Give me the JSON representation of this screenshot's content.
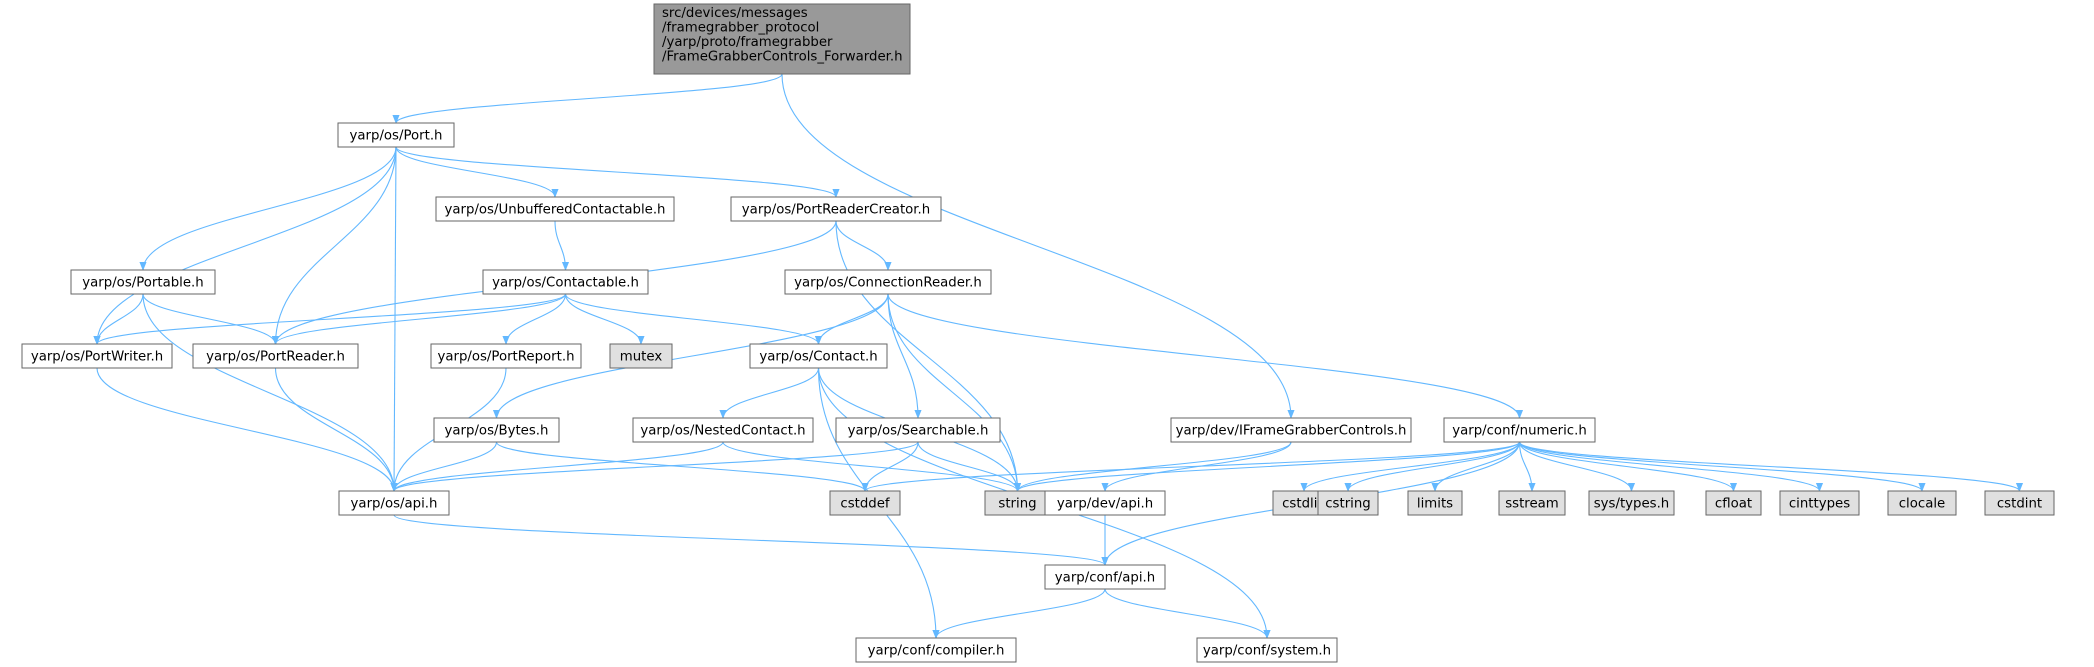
{
  "colors": {
    "root_fill": "#999999",
    "node_fill": "#ffffff",
    "system_fill": "#e0e0e0",
    "border": "#666666",
    "edge": "#63b8ff"
  },
  "nodes": {
    "root": {
      "lines": [
        "src/devices/messages",
        "/framegrabber_protocol",
        "/yarp/proto/framegrabber",
        "/FrameGrabberControls_Forwarder.h"
      ],
      "kind": "root"
    },
    "port": {
      "lines": [
        "yarp/os/Port.h"
      ],
      "kind": "file"
    },
    "unbuffered": {
      "lines": [
        "yarp/os/UnbufferedContactable.h"
      ],
      "kind": "file"
    },
    "portreadercreator": {
      "lines": [
        "yarp/os/PortReaderCreator.h"
      ],
      "kind": "file"
    },
    "portable": {
      "lines": [
        "yarp/os/Portable.h"
      ],
      "kind": "file"
    },
    "contactable": {
      "lines": [
        "yarp/os/Contactable.h"
      ],
      "kind": "file"
    },
    "connectionreader": {
      "lines": [
        "yarp/os/ConnectionReader.h"
      ],
      "kind": "file"
    },
    "portwriter": {
      "lines": [
        "yarp/os/PortWriter.h"
      ],
      "kind": "file"
    },
    "portreader": {
      "lines": [
        "yarp/os/PortReader.h"
      ],
      "kind": "file"
    },
    "portreport": {
      "lines": [
        "yarp/os/PortReport.h"
      ],
      "kind": "file"
    },
    "mutex": {
      "lines": [
        "mutex"
      ],
      "kind": "system"
    },
    "contact": {
      "lines": [
        "yarp/os/Contact.h"
      ],
      "kind": "file"
    },
    "bytes": {
      "lines": [
        "yarp/os/Bytes.h"
      ],
      "kind": "file"
    },
    "nestedcontact": {
      "lines": [
        "yarp/os/NestedContact.h"
      ],
      "kind": "file"
    },
    "searchable": {
      "lines": [
        "yarp/os/Searchable.h"
      ],
      "kind": "file"
    },
    "iframegrabber": {
      "lines": [
        "yarp/dev/IFrameGrabberControls.h"
      ],
      "kind": "file"
    },
    "numeric": {
      "lines": [
        "yarp/conf/numeric.h"
      ],
      "kind": "file"
    },
    "osapi": {
      "lines": [
        "yarp/os/api.h"
      ],
      "kind": "file"
    },
    "cstddef": {
      "lines": [
        "cstddef"
      ],
      "kind": "system"
    },
    "string": {
      "lines": [
        "string"
      ],
      "kind": "system"
    },
    "devapi": {
      "lines": [
        "yarp/dev/api.h"
      ],
      "kind": "file"
    },
    "cstdlib": {
      "lines": [
        "cstdlib"
      ],
      "kind": "system"
    },
    "cstring": {
      "lines": [
        "cstring"
      ],
      "kind": "system"
    },
    "limits": {
      "lines": [
        "limits"
      ],
      "kind": "system"
    },
    "sstream": {
      "lines": [
        "sstream"
      ],
      "kind": "system"
    },
    "systypes": {
      "lines": [
        "sys/types.h"
      ],
      "kind": "system"
    },
    "cfloat": {
      "lines": [
        "cfloat"
      ],
      "kind": "system"
    },
    "cinttypes": {
      "lines": [
        "cinttypes"
      ],
      "kind": "system"
    },
    "clocale": {
      "lines": [
        "clocale"
      ],
      "kind": "system"
    },
    "cstdint": {
      "lines": [
        "cstdint"
      ],
      "kind": "system"
    },
    "confapi": {
      "lines": [
        "yarp/conf/api.h"
      ],
      "kind": "file"
    },
    "compiler": {
      "lines": [
        "yarp/conf/compiler.h"
      ],
      "kind": "file"
    },
    "system": {
      "lines": [
        "yarp/conf/system.h"
      ],
      "kind": "file"
    }
  },
  "edges": [
    [
      "root",
      "port"
    ],
    [
      "root",
      "iframegrabber"
    ],
    [
      "port",
      "unbuffered"
    ],
    [
      "port",
      "portreadercreator"
    ],
    [
      "port",
      "portable"
    ],
    [
      "port",
      "portwriter"
    ],
    [
      "port",
      "portreader"
    ],
    [
      "port",
      "osapi"
    ],
    [
      "unbuffered",
      "contactable"
    ],
    [
      "portreadercreator",
      "portreader"
    ],
    [
      "portreadercreator",
      "connectionreader"
    ],
    [
      "portreadercreator",
      "string"
    ],
    [
      "portable",
      "portwriter"
    ],
    [
      "portable",
      "portreader"
    ],
    [
      "portable",
      "osapi"
    ],
    [
      "contactable",
      "portwriter"
    ],
    [
      "contactable",
      "portreader"
    ],
    [
      "contactable",
      "portreport"
    ],
    [
      "contactable",
      "mutex"
    ],
    [
      "contactable",
      "contact"
    ],
    [
      "connectionreader",
      "contact"
    ],
    [
      "connectionreader",
      "bytes"
    ],
    [
      "connectionreader",
      "searchable"
    ],
    [
      "connectionreader",
      "numeric"
    ],
    [
      "connectionreader",
      "string"
    ],
    [
      "portwriter",
      "osapi"
    ],
    [
      "portreader",
      "osapi"
    ],
    [
      "portreport",
      "osapi"
    ],
    [
      "contact",
      "nestedcontact"
    ],
    [
      "contact",
      "string"
    ],
    [
      "contact",
      "compiler"
    ],
    [
      "contact",
      "system"
    ],
    [
      "bytes",
      "osapi"
    ],
    [
      "bytes",
      "cstddef"
    ],
    [
      "nestedcontact",
      "osapi"
    ],
    [
      "nestedcontact",
      "string"
    ],
    [
      "searchable",
      "osapi"
    ],
    [
      "searchable",
      "cstddef"
    ],
    [
      "searchable",
      "string"
    ],
    [
      "iframegrabber",
      "devapi"
    ],
    [
      "iframegrabber",
      "string"
    ],
    [
      "numeric",
      "cstddef"
    ],
    [
      "numeric",
      "string"
    ],
    [
      "numeric",
      "cstdlib"
    ],
    [
      "numeric",
      "cstring"
    ],
    [
      "numeric",
      "limits"
    ],
    [
      "numeric",
      "sstream"
    ],
    [
      "numeric",
      "systypes"
    ],
    [
      "numeric",
      "cfloat"
    ],
    [
      "numeric",
      "cinttypes"
    ],
    [
      "numeric",
      "clocale"
    ],
    [
      "numeric",
      "cstdint"
    ],
    [
      "numeric",
      "confapi"
    ],
    [
      "osapi",
      "confapi"
    ],
    [
      "devapi",
      "confapi"
    ],
    [
      "confapi",
      "compiler"
    ],
    [
      "confapi",
      "system"
    ]
  ]
}
